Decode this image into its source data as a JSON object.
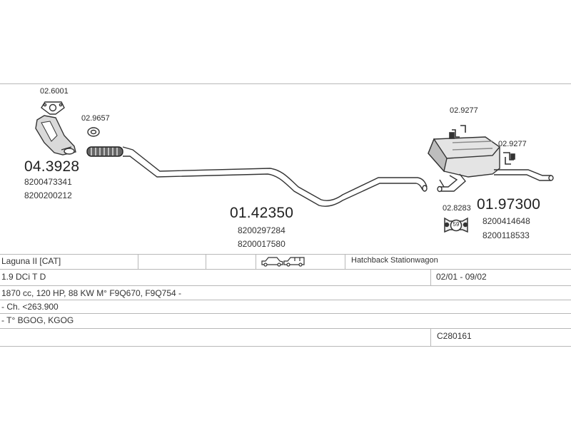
{
  "parts": {
    "gasket_cat": "02.6001",
    "gasket_front": "02.9657",
    "catalyst": {
      "number": "04.3928",
      "oe": [
        "8200473341",
        "8200200212"
      ]
    },
    "middle_pipe": {
      "number": "01.42350",
      "oe": [
        "8200297284",
        "8200017580"
      ]
    },
    "rear_muffler": {
      "number": "01.97300",
      "oe": [
        "8200414648",
        "8200118533"
      ]
    },
    "clamp_a": "02.9277",
    "clamp_b": "02.9277",
    "rubber_mount": "02.8283",
    "rubber_mount_badge": "59"
  },
  "vehicle": {
    "model": "Laguna II  [CAT]",
    "body_types": "Hatchback Stationwagon",
    "engine": "1.9 DCi T D",
    "period": "02/01 - 09/02",
    "spec": "1870 cc, 120 HP, 88 KW M° F9Q670, F9Q754 -",
    "chassis": "- Ch. <263.900",
    "type_codes": "- T° BGOG, KGOG",
    "code": "C280161"
  },
  "icons": [
    "hatchback-car-icon",
    "stationwagon-car-icon"
  ]
}
